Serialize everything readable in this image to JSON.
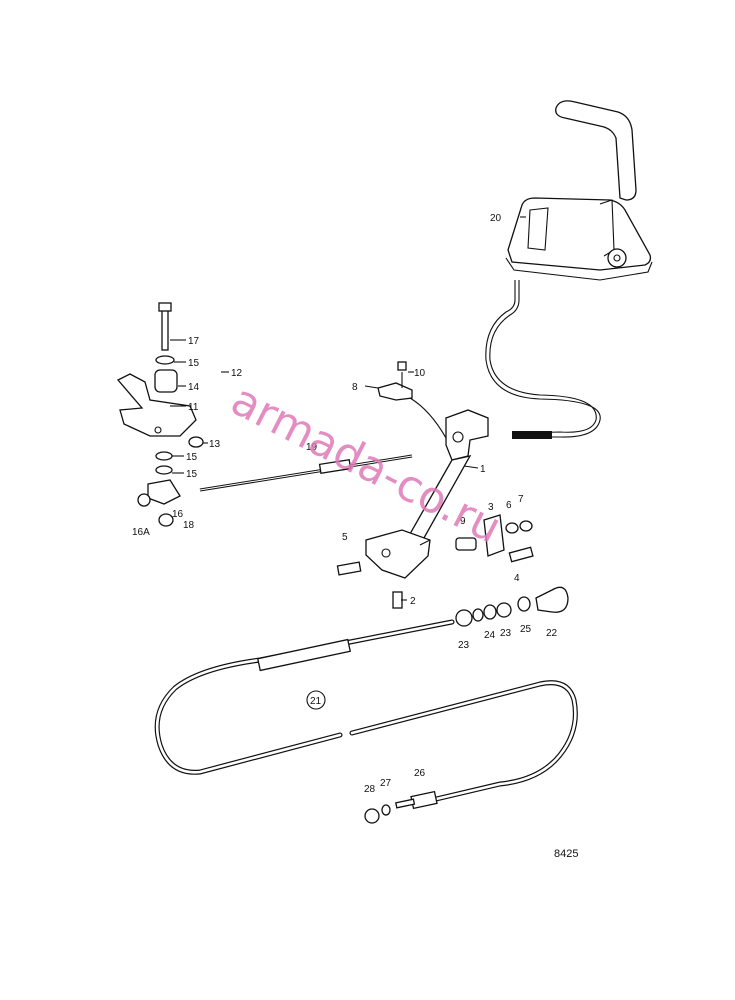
{
  "watermark": "armada-co.ru",
  "figure_number": "8425",
  "callouts": {
    "c1": "1",
    "c2": "2",
    "c3": "3",
    "c4": "4",
    "c5": "5",
    "c6": "6",
    "c7": "7",
    "c8": "8",
    "c9": "9",
    "c10": "10",
    "c11": "11",
    "c12": "12",
    "c13": "13",
    "c14": "14",
    "c15a": "15",
    "c15b": "15",
    "c15c": "15",
    "c16": "16",
    "c16a": "16A",
    "c17": "17",
    "c18": "18",
    "c19": "19",
    "c20": "20",
    "c21": "21",
    "c22": "22",
    "c23a": "23",
    "c23b": "23",
    "c24": "24",
    "c25": "25",
    "c26": "26",
    "c27": "27",
    "c28": "28"
  }
}
